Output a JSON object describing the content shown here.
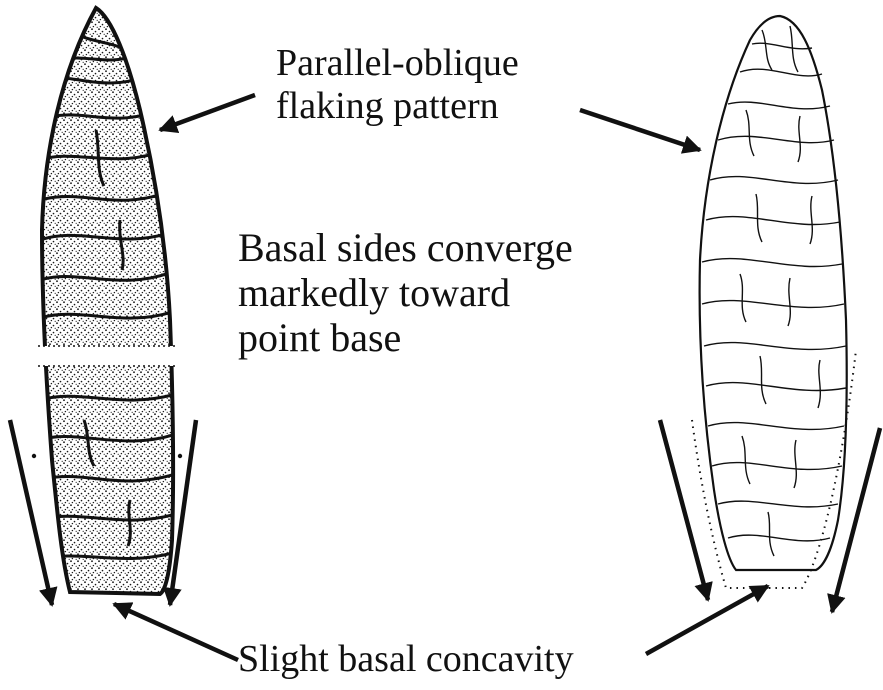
{
  "labels": {
    "flaking": [
      "Parallel-oblique",
      "flaking pattern"
    ],
    "basal_sides": [
      "Basal sides converge",
      "markedly toward",
      "point base"
    ],
    "concavity": "Slight basal concavity"
  },
  "colors": {
    "ink": "#111111",
    "stipple": "#1a1a1a",
    "background": "#ffffff"
  },
  "icons": [
    "arrow-icon"
  ]
}
